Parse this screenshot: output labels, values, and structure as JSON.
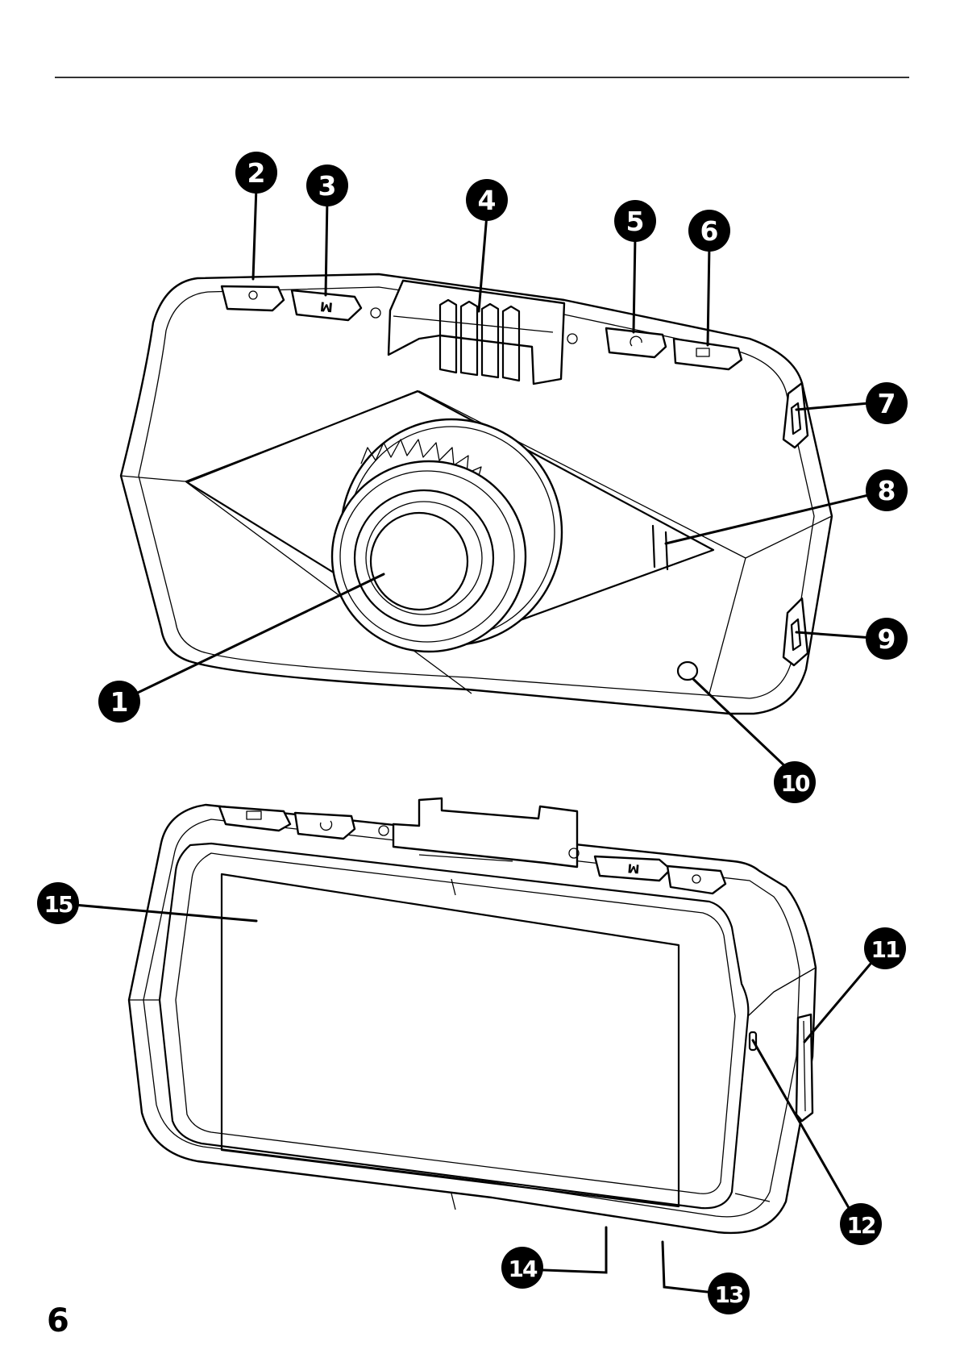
{
  "page": {
    "number": "6"
  },
  "callouts": [
    {
      "id": "callout-1",
      "label": "1"
    },
    {
      "id": "callout-2",
      "label": "2"
    },
    {
      "id": "callout-3",
      "label": "3"
    },
    {
      "id": "callout-4",
      "label": "4"
    },
    {
      "id": "callout-5",
      "label": "5"
    },
    {
      "id": "callout-6",
      "label": "6"
    },
    {
      "id": "callout-7",
      "label": "7"
    },
    {
      "id": "callout-8",
      "label": "8"
    },
    {
      "id": "callout-9",
      "label": "9"
    },
    {
      "id": "callout-10",
      "label": "10"
    },
    {
      "id": "callout-11",
      "label": "11"
    },
    {
      "id": "callout-12",
      "label": "12"
    },
    {
      "id": "callout-13",
      "label": "13"
    },
    {
      "id": "callout-14",
      "label": "14"
    },
    {
      "id": "callout-15",
      "label": "15"
    }
  ],
  "button_glyphs": {
    "mode": "M"
  },
  "colors": {
    "ink": "#000000",
    "paper": "#ffffff",
    "rule": "#333333"
  }
}
